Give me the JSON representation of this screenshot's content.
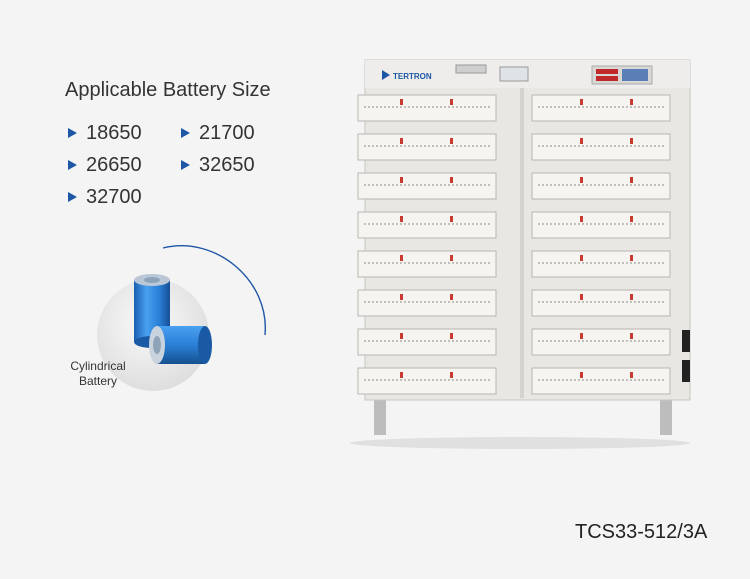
{
  "heading": "Applicable Battery Size",
  "sizes": [
    "18650",
    "21700",
    "26650",
    "32650",
    "32700"
  ],
  "battery_label_line1": "Cylindrical",
  "battery_label_line2": "Battery",
  "brand": "TERTRON",
  "model": "TCS33-512/3A",
  "colors": {
    "accent": "#1d56a4",
    "battery_blue": "#2a7fd6",
    "background": "#f4f4f4"
  }
}
